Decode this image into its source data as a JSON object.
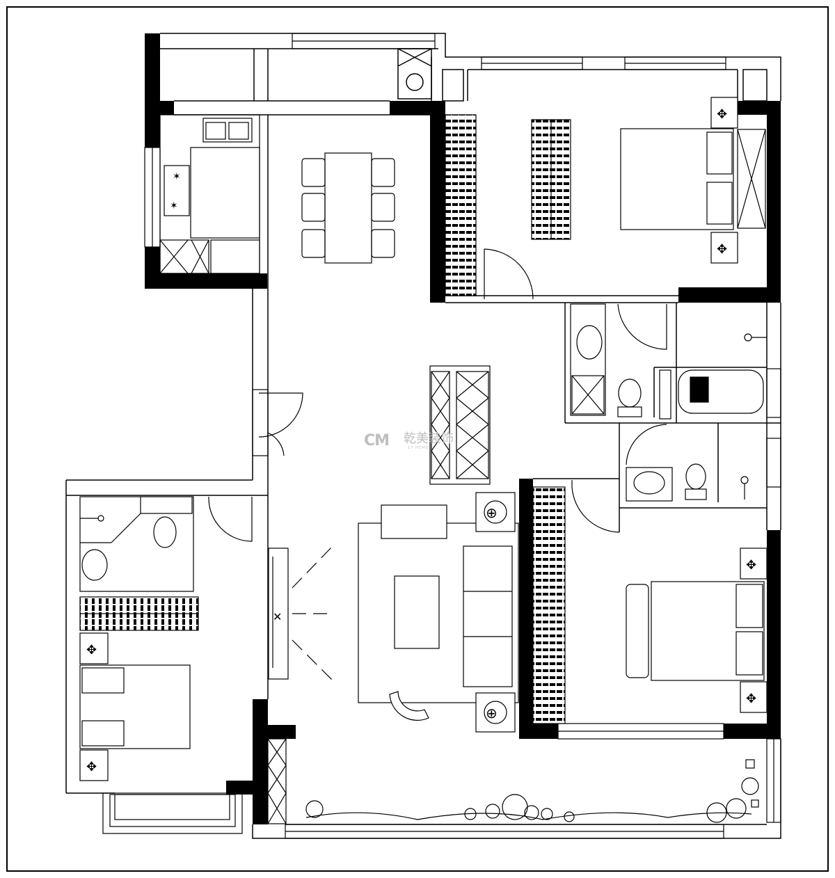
{
  "watermark": {
    "logo": "CM",
    "text": "乾美装饰",
    "subtext": "17 HOME"
  },
  "colors": {
    "wall": "#000000",
    "line": "#000000",
    "background": "#ffffff",
    "watermark": "#bfbfbf"
  },
  "icons": [
    "frame-border",
    "wall",
    "window",
    "door-swing",
    "dining-table",
    "chair",
    "kitchen-sink",
    "gas-stove",
    "refrigerator",
    "wardrobe",
    "double-bed",
    "nightstand-lamp",
    "wash-basin",
    "toilet",
    "bathtub",
    "shower-head",
    "sofa",
    "coffee-table",
    "tv-console",
    "armchair",
    "planter"
  ]
}
